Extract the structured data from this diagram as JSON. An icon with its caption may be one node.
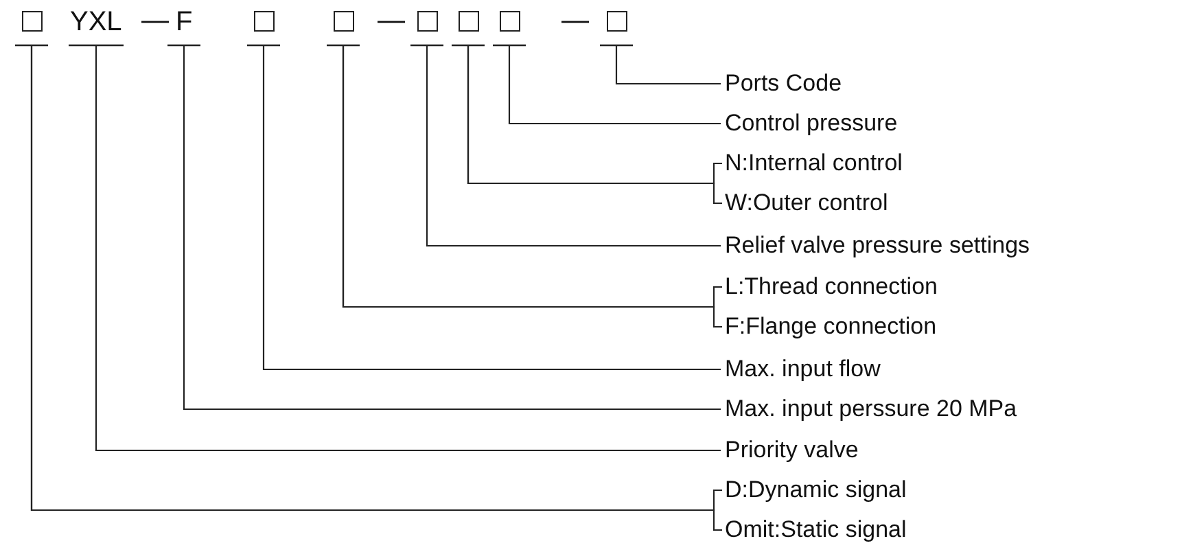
{
  "diagram": {
    "nodes": [
      {
        "text": [],
        "shape": "box"
      },
      {
        "text": [
          "YXL"
        ]
      },
      {
        "text": [
          "F"
        ]
      },
      {
        "text": [],
        "shape": "box"
      },
      {
        "text": [],
        "shape": "box"
      },
      {
        "text": [],
        "shape": "box"
      },
      {
        "text": [],
        "shape": "box"
      },
      {
        "text": [],
        "shape": "box"
      },
      {
        "text": [],
        "shape": "box"
      },
      {
        "text": [
          "Ports Code"
        ]
      },
      {
        "text": [
          "Control pressure"
        ]
      },
      {
        "text": [
          "N:Internal control"
        ]
      },
      {
        "text": [
          "W:Outer control"
        ]
      },
      {
        "text": [
          "Relief valve pressure settings"
        ]
      },
      {
        "text": [
          "L:Thread connection"
        ]
      },
      {
        "text": [
          "F:Flange connection"
        ]
      },
      {
        "text": [
          "Max. input flow"
        ]
      },
      {
        "text": [
          "Max. input perssure 20 MPa"
        ]
      },
      {
        "text": [
          "Priority valve"
        ]
      },
      {
        "text": [
          "D:Dynamic signal"
        ]
      },
      {
        "text": [
          "Omit:Static signal"
        ]
      }
    ],
    "edges": [
      {
        "from": 8,
        "to": 9,
        "arrow": "none"
      },
      {
        "from": 7,
        "to": 10,
        "arrow": "none"
      },
      {
        "from": 6,
        "to": 11,
        "arrow": "none"
      },
      {
        "from": 6,
        "to": 12,
        "arrow": "none"
      },
      {
        "from": 5,
        "to": 13,
        "arrow": "none"
      },
      {
        "from": 4,
        "to": 14,
        "arrow": "none"
      },
      {
        "from": 4,
        "to": 15,
        "arrow": "none"
      },
      {
        "from": 3,
        "to": 16,
        "arrow": "none"
      },
      {
        "from": 2,
        "to": 17,
        "arrow": "none"
      },
      {
        "from": 1,
        "to": 18,
        "arrow": "none"
      },
      {
        "from": 0,
        "to": 19,
        "arrow": "none"
      },
      {
        "from": 0,
        "to": 20,
        "arrow": "none"
      }
    ],
    "labels": [
      "—",
      "—",
      "—"
    ]
  }
}
